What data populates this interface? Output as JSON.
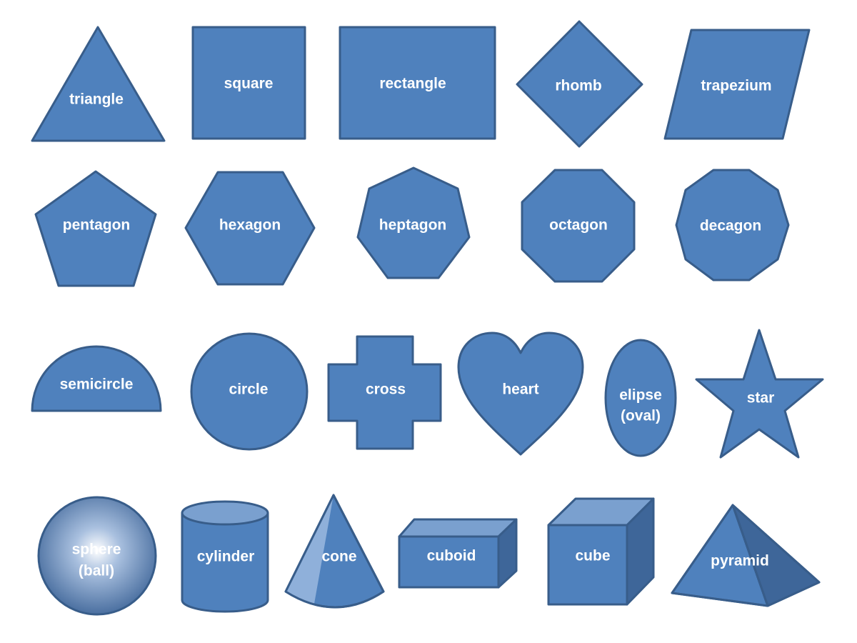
{
  "colors": {
    "fill": "#4f81bd",
    "stroke": "#385d8a",
    "light": "#7aa0cf",
    "dark": "#3e6699",
    "label": "#ffffff"
  },
  "shapes": [
    {
      "id": "triangle",
      "lines": [
        "triangle"
      ]
    },
    {
      "id": "square",
      "lines": [
        "square"
      ]
    },
    {
      "id": "rectangle",
      "lines": [
        "rectangle"
      ]
    },
    {
      "id": "rhomb",
      "lines": [
        "rhomb"
      ]
    },
    {
      "id": "trapezium",
      "lines": [
        "trapezium"
      ]
    },
    {
      "id": "pentagon",
      "lines": [
        "pentagon"
      ]
    },
    {
      "id": "hexagon",
      "lines": [
        "hexagon"
      ]
    },
    {
      "id": "heptagon",
      "lines": [
        "heptagon"
      ]
    },
    {
      "id": "octagon",
      "lines": [
        "octagon"
      ]
    },
    {
      "id": "decagon",
      "lines": [
        "decagon"
      ]
    },
    {
      "id": "semicircle",
      "lines": [
        "semicircle"
      ]
    },
    {
      "id": "circle",
      "lines": [
        "circle"
      ]
    },
    {
      "id": "cross",
      "lines": [
        "cross"
      ]
    },
    {
      "id": "heart",
      "lines": [
        "heart"
      ]
    },
    {
      "id": "elipse",
      "lines": [
        "elipse",
        "(oval)"
      ]
    },
    {
      "id": "star",
      "lines": [
        "star"
      ]
    },
    {
      "id": "sphere",
      "lines": [
        "sphere",
        "(ball)"
      ]
    },
    {
      "id": "cylinder",
      "lines": [
        "cylinder"
      ]
    },
    {
      "id": "cone",
      "lines": [
        "cone"
      ]
    },
    {
      "id": "cuboid",
      "lines": [
        "cuboid"
      ]
    },
    {
      "id": "cube",
      "lines": [
        "cube"
      ]
    },
    {
      "id": "pyramid",
      "lines": [
        "pyramid"
      ]
    }
  ]
}
